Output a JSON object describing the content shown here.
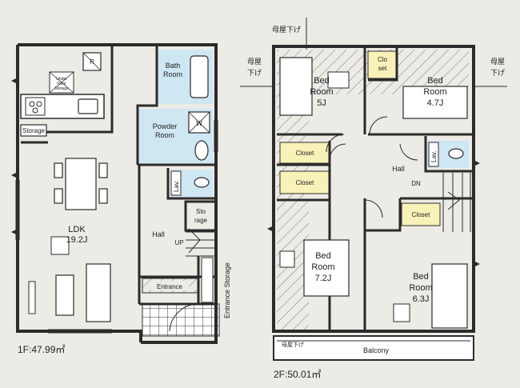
{
  "floor1": {
    "area": "1F:47.99㎡",
    "rooms": {
      "bath": [
        "Bath",
        "Room"
      ],
      "powder": [
        "Powder",
        "Room"
      ],
      "ldk": [
        "LDK",
        "19.2J"
      ],
      "storage": "Storage",
      "hall": "Hall",
      "up": "UP",
      "lav": "Lav.",
      "sto_rage": [
        "Sto",
        "rage"
      ],
      "entrance": "Entrance",
      "entrance_storage": "Entrance Storage",
      "washer": "W",
      "fridge": "R",
      "under_floor": [
        "Under",
        "Floor",
        "Storage"
      ]
    }
  },
  "floor2": {
    "area": "2F:50.01㎡",
    "rooms": {
      "bed_nw": [
        "Bed",
        "Room",
        "5J"
      ],
      "bed_ne": [
        "Bed",
        "Room",
        "4.7J"
      ],
      "bed_sw": [
        "Bed",
        "Room",
        "7.2J"
      ],
      "bed_se": [
        "Bed",
        "Room",
        "6.3J"
      ],
      "closet_ne": [
        "Clo",
        "set"
      ],
      "closet_a": "Closet",
      "closet_b": "Closet",
      "closet_c": "Closet",
      "hall": "Hall",
      "dn": "DN",
      "lav": "Lav.",
      "balcony": "Balcony"
    },
    "roof_labels": {
      "top": "母屋下げ",
      "left": [
        "母屋",
        "下げ"
      ],
      "right": [
        "母屋",
        "下げ"
      ],
      "bottom": "母屋下げ"
    }
  },
  "colors": {
    "wall": "#2b2b2b",
    "wet_area": "#cfe6f3",
    "closet": "#f8f1b8",
    "background": "#ecebe6",
    "hatch": "#777777"
  }
}
